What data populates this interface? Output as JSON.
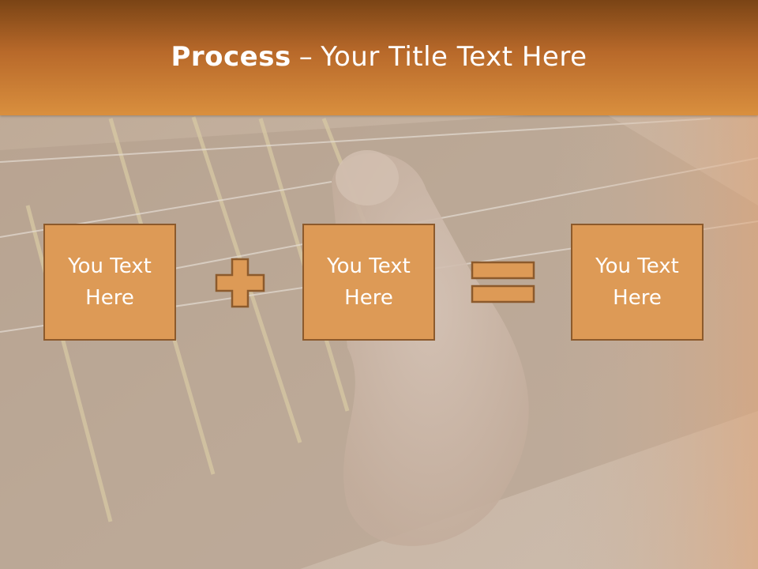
{
  "slide": {
    "title_bold": "Process",
    "title_dash": "–",
    "title_rest": "Your Title Text Here"
  },
  "boxes": [
    {
      "text": "You Text Here"
    },
    {
      "text": "You Text Here"
    },
    {
      "text": "You Text Here"
    }
  ],
  "operators": {
    "plus_icon": "plus-icon",
    "equals_icon": "equals-icon"
  },
  "colors": {
    "header_top": "#7a4415",
    "header_bottom": "#d98f3e",
    "box_fill": "#dd9a56",
    "box_border": "#8c5a2c"
  }
}
